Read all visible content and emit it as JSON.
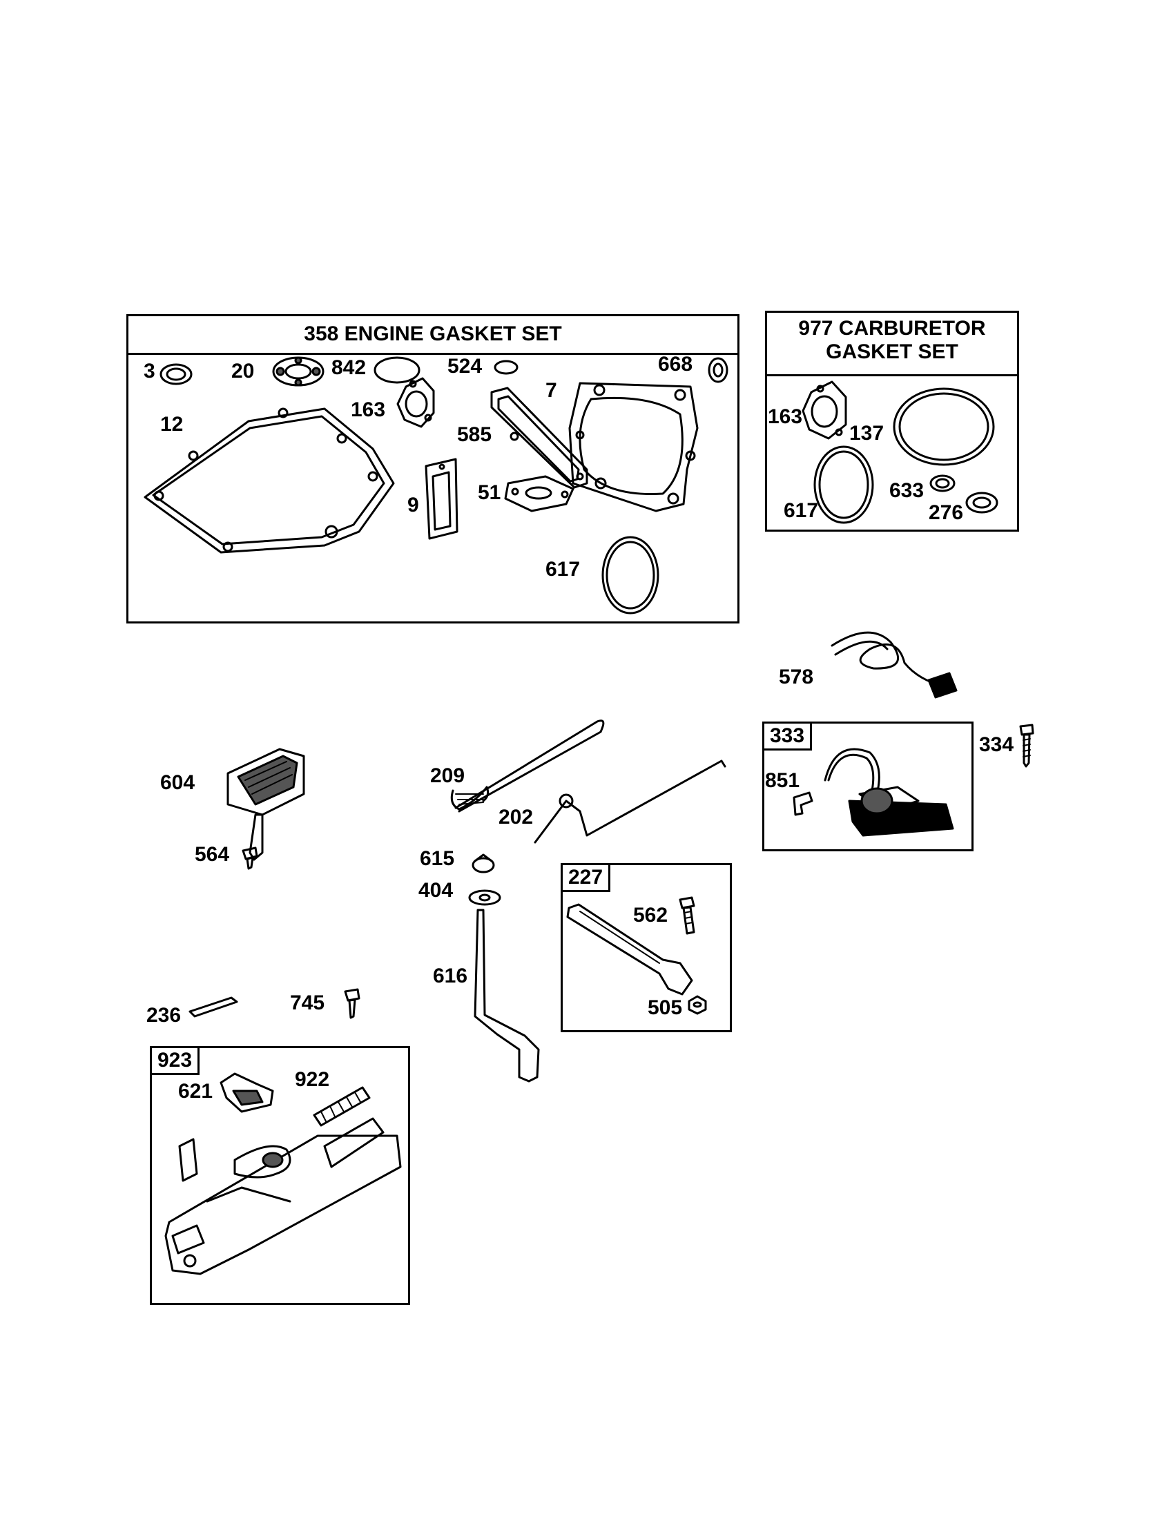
{
  "kits": {
    "engine_gasket_set": "358 ENGINE GASKET SET",
    "carburetor_gasket_set_line1": "977 CARBURETOR",
    "carburetor_gasket_set_line2": "GASKET SET",
    "ignition_kit": "333",
    "lever_kit": "227",
    "control_kit": "923"
  },
  "parts": {
    "p3": "3",
    "p20": "20",
    "p842": "842",
    "p524": "524",
    "p668": "668",
    "p12": "12",
    "p163": "163",
    "p7": "7",
    "p585": "585",
    "p9": "9",
    "p51": "51",
    "p617": "617",
    "c163": "163",
    "c137": "137",
    "c617": "617",
    "c633": "633",
    "c276": "276",
    "p578": "578",
    "p334": "334",
    "p851": "851",
    "p604": "604",
    "p564": "564",
    "p209": "209",
    "p202": "202",
    "p615": "615",
    "p404": "404",
    "p616": "616",
    "p562": "562",
    "p505": "505",
    "p236": "236",
    "p745": "745",
    "p621": "621",
    "p922": "922"
  }
}
